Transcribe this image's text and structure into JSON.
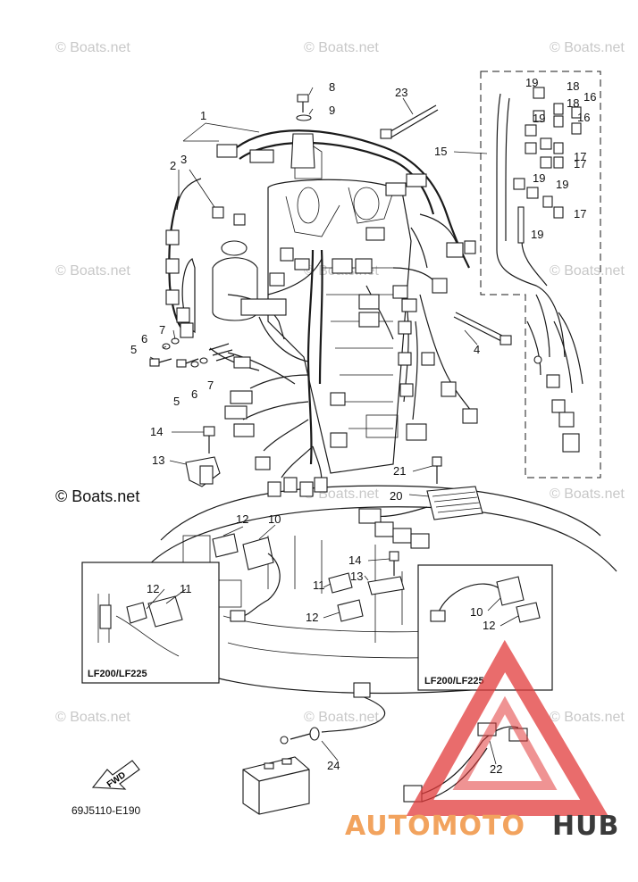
{
  "watermarks": [
    "© Boats.net",
    "© Boats.net",
    "© Boats.net",
    "© Boats.net",
    "© Boats.net",
    "© Boats.net",
    "© Boats.net",
    "© Boats.net",
    "© Boats.net",
    "© Boats.net",
    "© Boats.net"
  ],
  "copyright": "© Boats.net",
  "callouts": [
    "1",
    "2",
    "3",
    "4",
    "5",
    "5",
    "6",
    "6",
    "7",
    "7",
    "8",
    "9",
    "10",
    "10",
    "11",
    "11",
    "12",
    "12",
    "12",
    "12",
    "13",
    "13",
    "14",
    "14",
    "15",
    "16",
    "16",
    "17",
    "17",
    "17",
    "18",
    "18",
    "19",
    "19",
    "19",
    "19",
    "19",
    "20",
    "21",
    "22",
    "23",
    "24"
  ],
  "insets": {
    "left_label": "LF200/LF225",
    "right_label": "LF200/LF225"
  },
  "fwd_label": "FWD",
  "drawing_code": "69J5110-E190",
  "brand": {
    "part1": "AUTOMOTO",
    "part2": "HUB",
    "color_light": "#f2a35e",
    "color_dark": "#3a3a3a",
    "triangle_color": "#e23b3b"
  }
}
